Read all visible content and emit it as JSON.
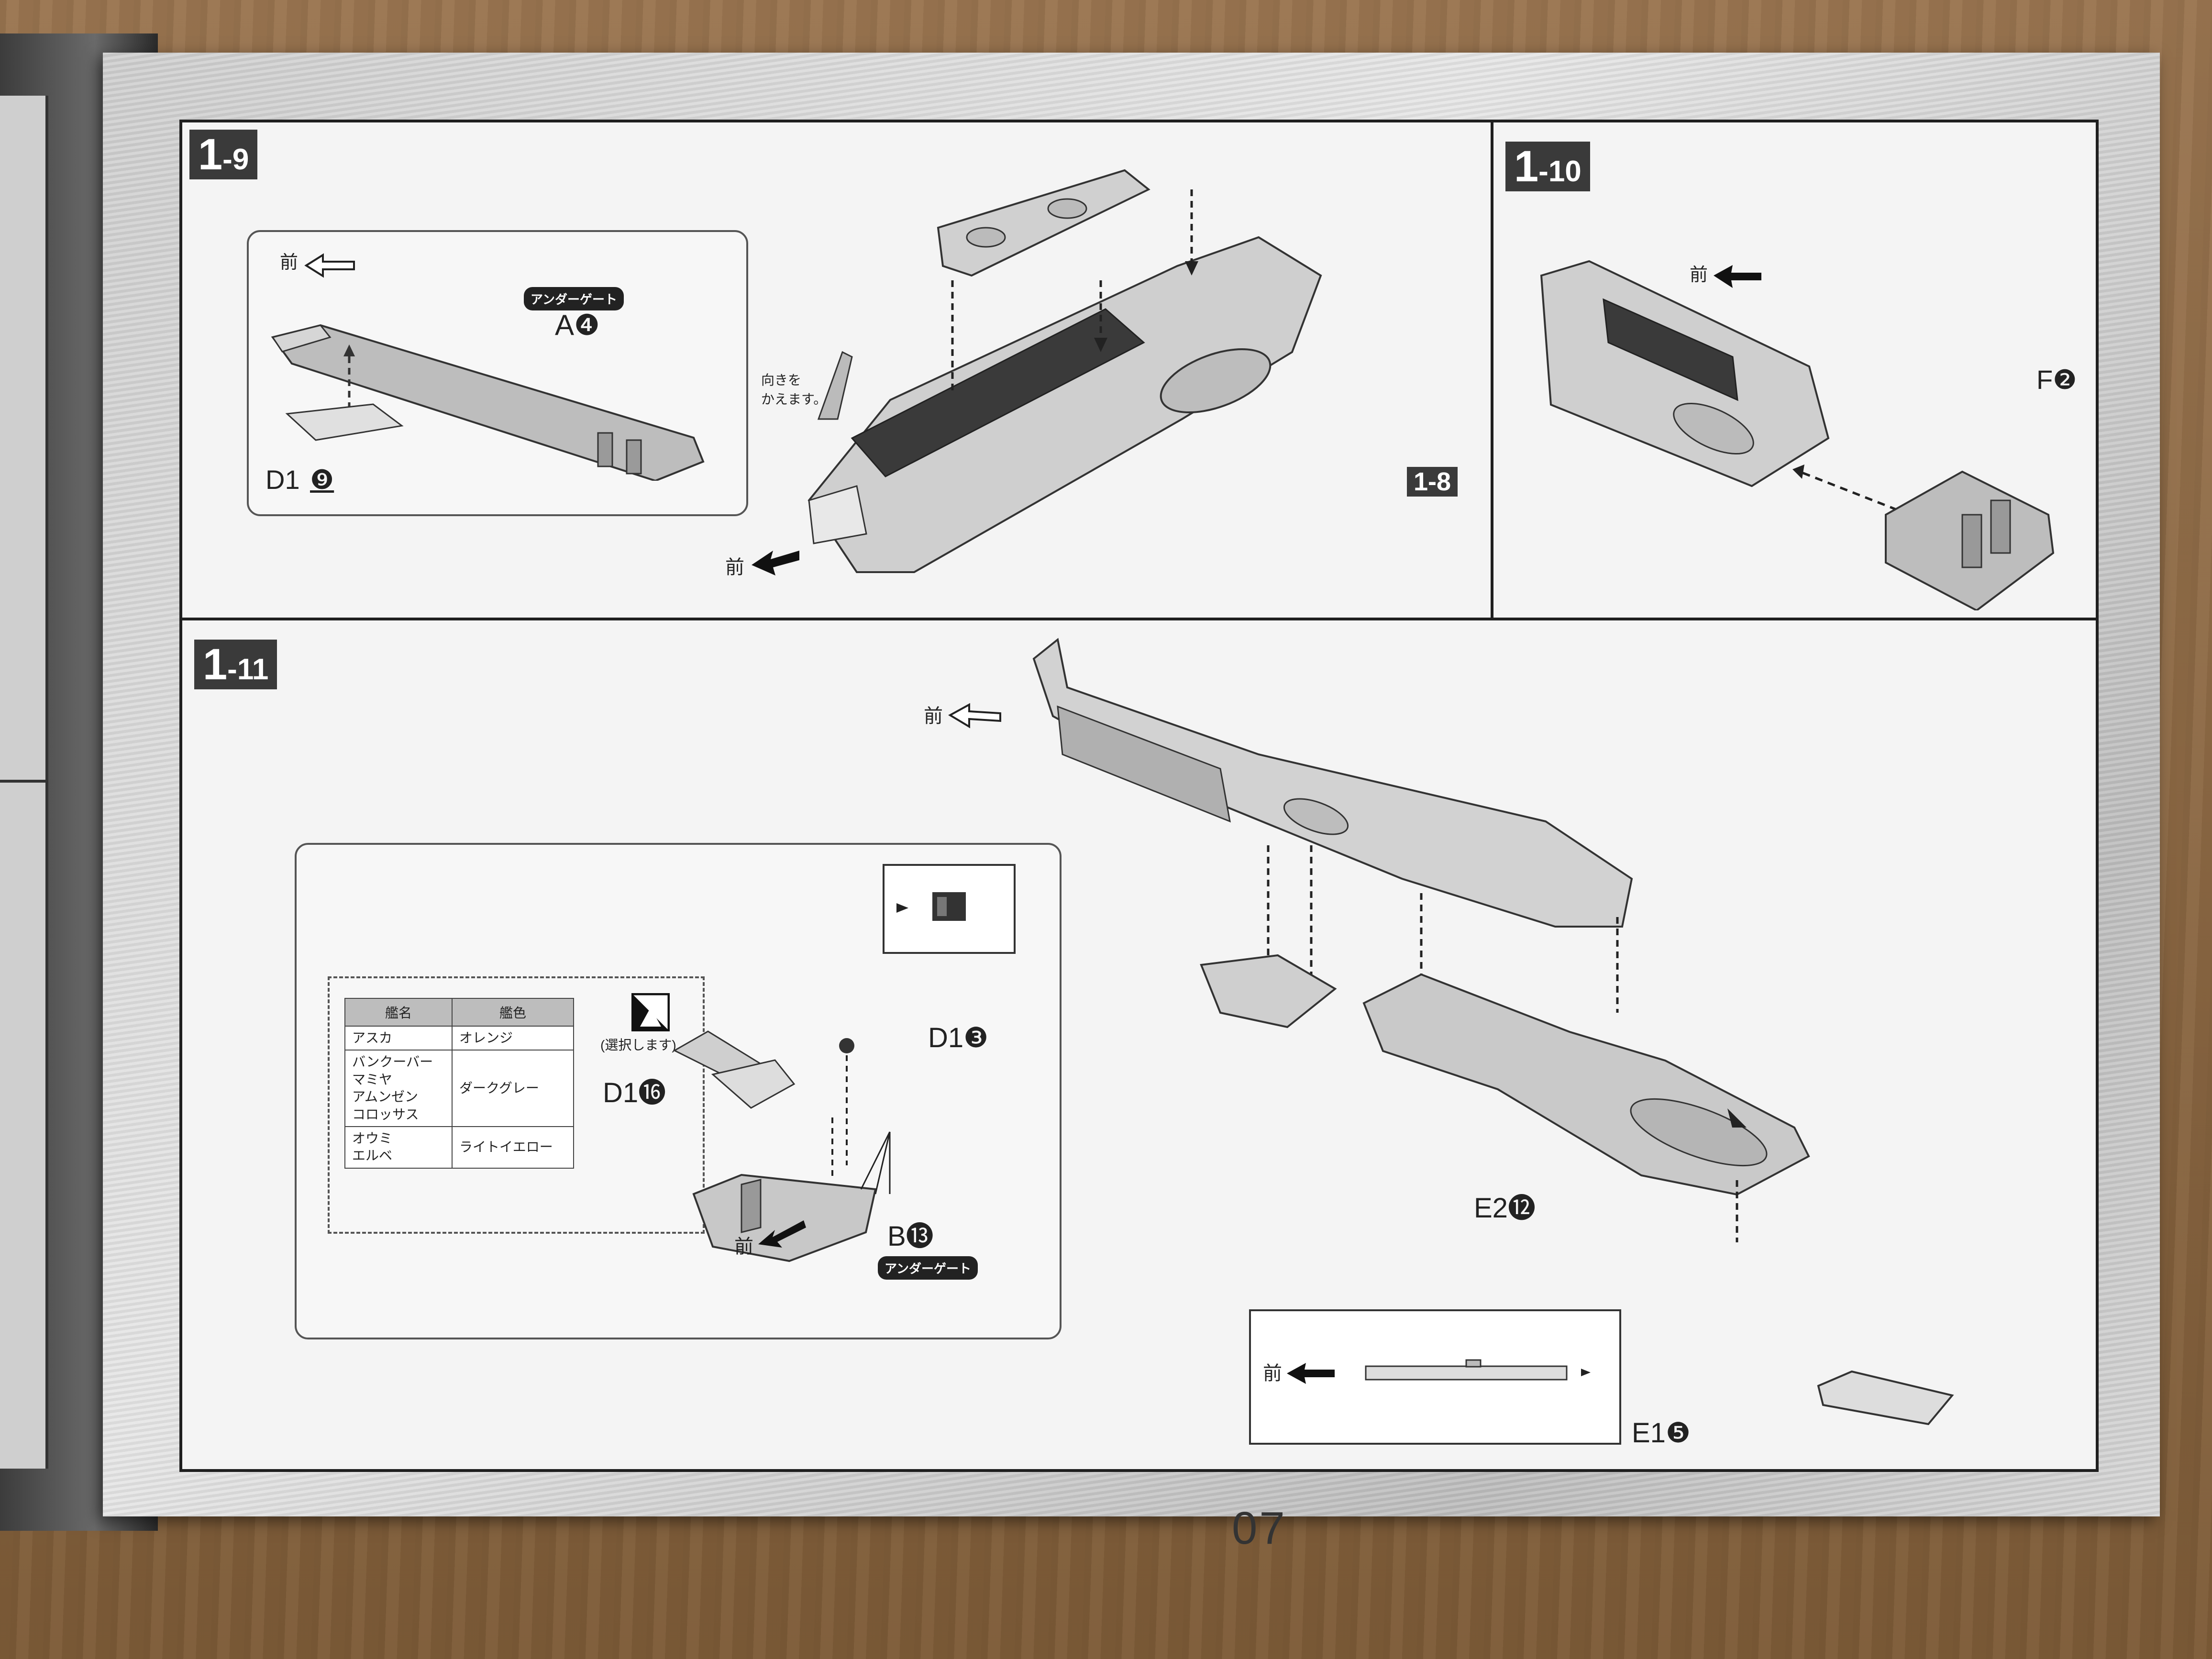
{
  "page_number": "07",
  "steps": {
    "s1_9": {
      "num_big": "1",
      "num_small": "-9"
    },
    "s1_10": {
      "num_big": "1",
      "num_small": "-10"
    },
    "s1_11": {
      "num_big": "1",
      "num_small": "-11"
    }
  },
  "step_1_9": {
    "front_label": "前",
    "under_gate_badge": "アンダーゲート",
    "part_a": "A❹",
    "part_d1": "D1",
    "part_d1_num": "❾",
    "note_line1": "向きを",
    "note_line2": "かえます。",
    "ref_step": "1-8",
    "front_label_main": "前"
  },
  "step_1_10": {
    "front_label": "前",
    "part_f": "F❷"
  },
  "step_1_11": {
    "front_label": "前",
    "select_note": "(選択します)",
    "part_d1_3": "D1❸",
    "part_d1_16": "D1⓰",
    "part_b": "B⓭",
    "under_gate_badge": "アンダーゲート",
    "front_label_inset": "前",
    "part_e2": "E2⓬",
    "part_e1": "E1❺",
    "front_label_small": "前",
    "table": {
      "headers": [
        "艦名",
        "艦色"
      ],
      "rows": [
        {
          "names": "アスカ",
          "color": "オレンジ"
        },
        {
          "names": "バンクーバー\nマミヤ\nアムンゼン\nコロッサス",
          "color": "ダークグレー"
        },
        {
          "names": "オウミ\nエルベ",
          "color": "ライトイエロー"
        }
      ]
    }
  }
}
